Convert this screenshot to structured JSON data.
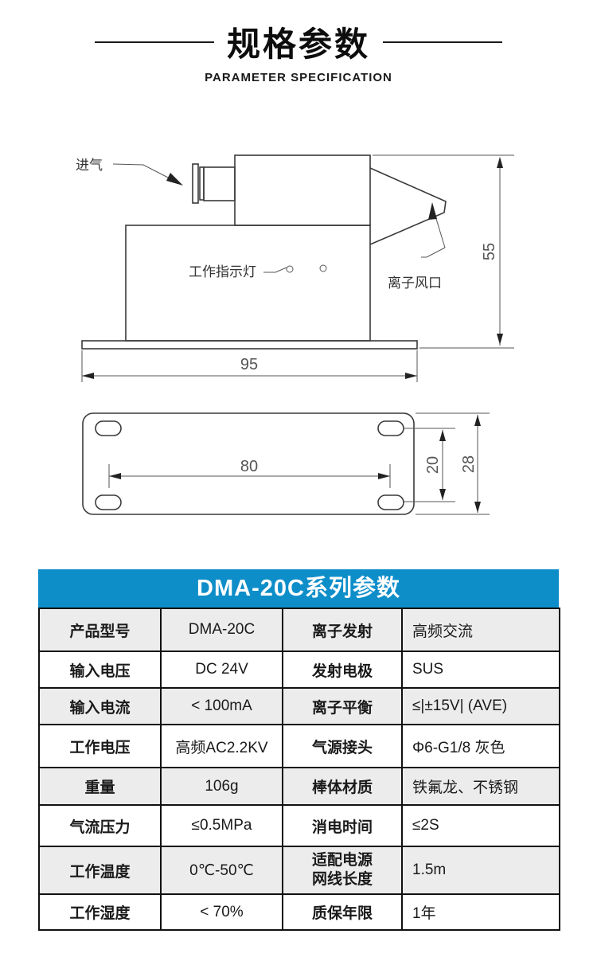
{
  "page": {
    "title": "规格参数",
    "subtitle": "PARAMETER SPECIFICATION"
  },
  "drawing": {
    "side_view": {
      "air_inlet_label": "进气",
      "indicator_label": "工作指示灯",
      "ion_outlet_label": "离子风口",
      "dim_height": "55",
      "dim_width": "95"
    },
    "bottom_view": {
      "dim_hole_span": "80",
      "dim_hole_pitch": "20",
      "dim_plate_width": "28"
    }
  },
  "spec_table": {
    "title": "DMA-20C系列参数",
    "header_color": "#0e8ec9",
    "alt_row_color": "#ececec",
    "rows": [
      {
        "k1": "产品型号",
        "v1": "DMA-20C",
        "k2": "离子发射",
        "v2": "高频交流"
      },
      {
        "k1": "输入电压",
        "v1": "DC 24V",
        "k2": "发射电极",
        "v2": "SUS"
      },
      {
        "k1": "输入电流",
        "v1": "< 100mA",
        "k2": "离子平衡",
        "v2": "≤|±15V| (AVE)"
      },
      {
        "k1": "工作电压",
        "v1": "高频AC2.2KV",
        "k2": "气源接头",
        "v2": "Φ6-G1/8 灰色"
      },
      {
        "k1": "重量",
        "v1": "106g",
        "k2": "棒体材质",
        "v2": "铁氟龙、不锈钢"
      },
      {
        "k1": "气流压力",
        "v1": "≤0.5MPa",
        "k2": "消电时间",
        "v2": "≤2S"
      },
      {
        "k1": "工作温度",
        "v1": "0℃-50℃",
        "k2": "适配电源",
        "k2b": "网线长度",
        "v2": "1.5m"
      },
      {
        "k1": "工作湿度",
        "v1": "< 70%",
        "k2": "质保年限",
        "v2": "1年"
      }
    ]
  }
}
